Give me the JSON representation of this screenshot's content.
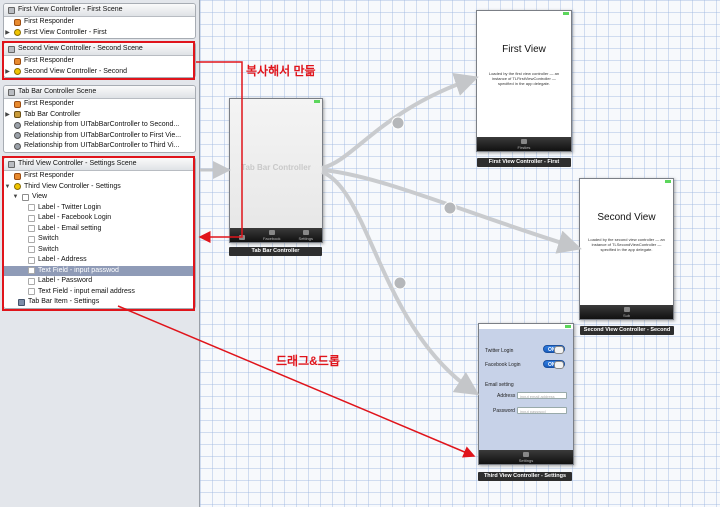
{
  "outline": {
    "scenes": [
      {
        "title": "First View Controller - First Scene",
        "items": [
          {
            "label": "First Responder",
            "icon": "first-responder-cube-icon"
          },
          {
            "label": "First View Controller - First",
            "icon": "view-controller-icon"
          }
        ]
      },
      {
        "title": "Second View Controller - Second Scene",
        "items": [
          {
            "label": "First Responder",
            "icon": "first-responder-cube-icon"
          },
          {
            "label": "Second View Controller - Second",
            "icon": "view-controller-icon"
          }
        ]
      },
      {
        "title": "Tab Bar Controller Scene",
        "items": [
          {
            "label": "First Responder",
            "icon": "first-responder-cube-icon"
          },
          {
            "label": "Tab Bar Controller",
            "icon": "tab-bar-controller-icon"
          },
          {
            "label": "Relationship from UITabBarController to Second...",
            "icon": "relationship-icon"
          },
          {
            "label": "Relationship from UITabBarController to First Vie...",
            "icon": "relationship-icon"
          },
          {
            "label": "Relationship from UITabBarController to Third Vi...",
            "icon": "relationship-icon"
          }
        ]
      },
      {
        "title": "Third View Controller - Settings Scene",
        "items": [
          {
            "label": "First Responder",
            "icon": "first-responder-cube-icon"
          },
          {
            "label": "Third View Controller - Settings",
            "icon": "view-controller-icon"
          },
          {
            "label": "View",
            "icon": "view-icon"
          },
          {
            "label": "Label - Twitter Login",
            "icon": "label-icon"
          },
          {
            "label": "Label - Facebook Login",
            "icon": "label-icon"
          },
          {
            "label": "Label - Email setting",
            "icon": "label-icon"
          },
          {
            "label": "Switch",
            "icon": "switch-icon"
          },
          {
            "label": "Switch",
            "icon": "switch-icon"
          },
          {
            "label": "Label - Address",
            "icon": "label-icon"
          },
          {
            "label": "Text Field - input passwod",
            "icon": "text-field-icon"
          },
          {
            "label": "Label - Password",
            "icon": "label-icon"
          },
          {
            "label": "Text Field - input email address",
            "icon": "text-field-icon"
          },
          {
            "label": "Tab Bar Item - Settings",
            "icon": "tab-bar-item-icon"
          }
        ]
      }
    ]
  },
  "canvas": {
    "tab_bar_controller": {
      "watermark": "Tab Bar Controller",
      "caption": "Tab Bar Controller",
      "tabs": [
        "",
        "Facebook",
        "Settings"
      ]
    },
    "first_view": {
      "title": "First View",
      "description": "Loaded by the first view controller — an instance of TLFirstViewController — specified in the app delegate.",
      "tab": "Firsties",
      "caption": "First View Controller - First"
    },
    "second_view": {
      "title": "Second View",
      "description": "Loaded by the second view controller — an instance of TLSecondViewController — specified in the app delegate.",
      "tab": "Sub",
      "caption": "Second View Controller - Second"
    },
    "third_view": {
      "twitter_label": "Twitter Login",
      "facebook_label": "Facebook Login",
      "email_label": "Email setting",
      "address_label": "Address",
      "password_label": "Password",
      "toggle_on": "ON",
      "address_placeholder": "input email address",
      "password_placeholder": "input passwod",
      "tab": "Settings",
      "caption": "Third View Controller - Settings"
    }
  },
  "annotations": {
    "copy_note": "복사해서 만듦",
    "drag_note": "드래그&드롭",
    "color": "#e0141b"
  }
}
